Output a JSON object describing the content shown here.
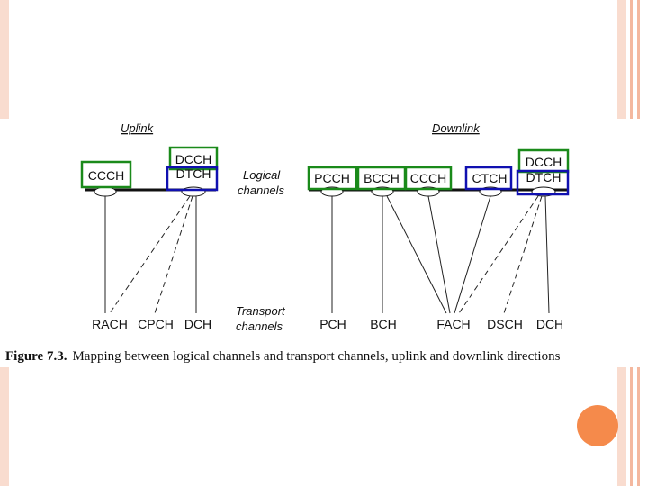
{
  "diagram": {
    "uplink": {
      "header": "Uplink",
      "logical": [
        "CCCH",
        "DCCH",
        "DTCH"
      ],
      "transport": [
        "RACH",
        "CPCH",
        "DCH"
      ]
    },
    "downlink": {
      "header": "Downlink",
      "logical": [
        "PCCH",
        "BCCH",
        "CCCH",
        "CTCH",
        "DCCH",
        "DTCH"
      ],
      "transport": [
        "PCH",
        "BCH",
        "FACH",
        "DSCH",
        "DCH"
      ]
    },
    "logical_label": [
      "Logical",
      "channels"
    ],
    "transport_label": [
      "Transport",
      "channels"
    ]
  },
  "caption": {
    "figure": "Figure 7.3.",
    "text": "Mapping between logical channels and transport channels, uplink and downlink directions"
  },
  "colors": {
    "green_box": "#1a8a1a",
    "blue_box": "#1010b0",
    "accent_dot": "#f58a4b",
    "side_bars": "#f9dccf"
  }
}
